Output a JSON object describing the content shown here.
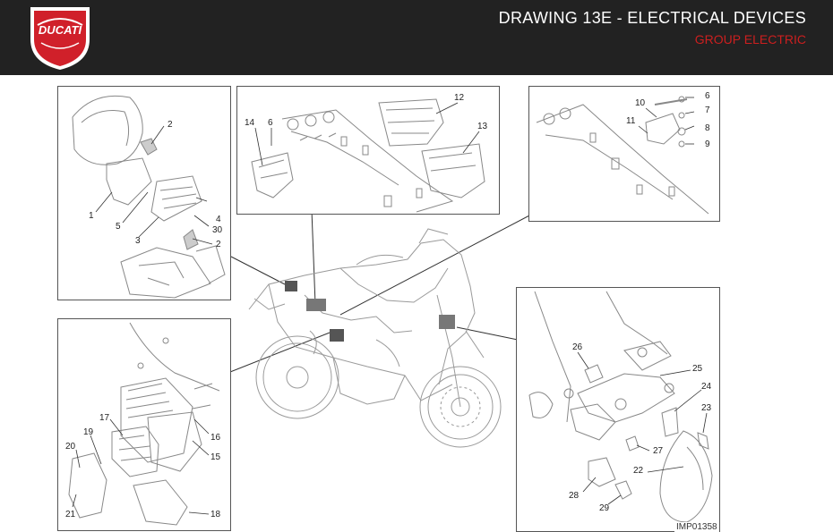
{
  "header": {
    "brand": "DUCATI",
    "title": "DRAWING 13E - ELECTRICAL DEVICES",
    "subtitle": "GROUP ELECTRIC"
  },
  "colors": {
    "header_bg": "#222222",
    "subtitle": "#cc1f1f",
    "logo_red": "#d0202a",
    "line": "#555555"
  },
  "panels": {
    "top_left": {
      "callouts": [
        "2",
        "1",
        "5",
        "4",
        "30",
        "3",
        "2"
      ]
    },
    "top_center": {
      "callouts": [
        "14",
        "6",
        "12",
        "13"
      ]
    },
    "top_right": {
      "callouts": [
        "6",
        "10",
        "7",
        "11",
        "8",
        "9"
      ]
    },
    "bottom_left": {
      "callouts": [
        "17",
        "19",
        "20",
        "16",
        "15",
        "21",
        "18"
      ]
    },
    "bottom_right": {
      "callouts": [
        "26",
        "25",
        "24",
        "23",
        "27",
        "22",
        "28",
        "29"
      ]
    }
  },
  "reference_code": "IMP01358"
}
